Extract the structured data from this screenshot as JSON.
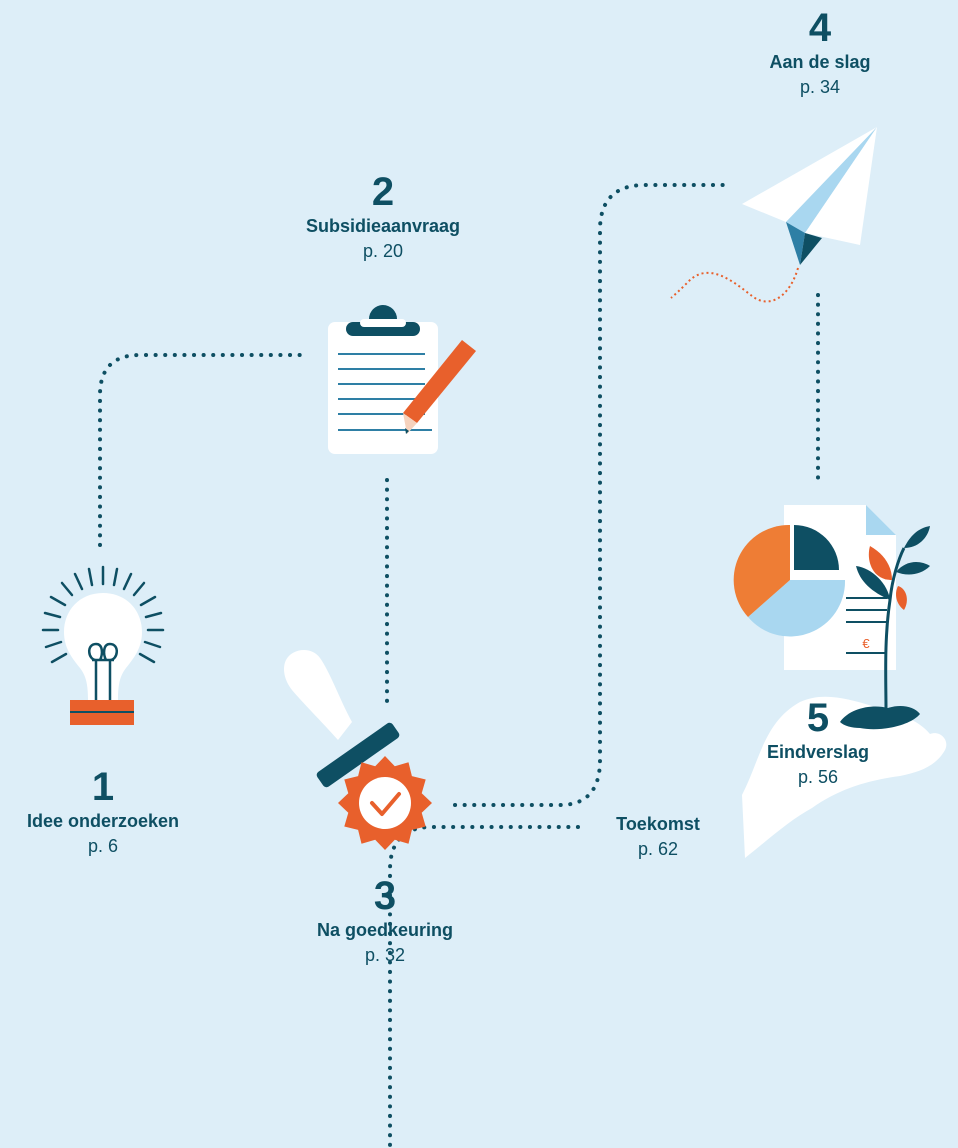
{
  "colors": {
    "background": "#ddeef8",
    "navy": "#0e4f63",
    "orange": "#e8602c",
    "light_blue": "#a9d7f0",
    "white": "#ffffff"
  },
  "steps": [
    {
      "number": "1",
      "title": "Idee onderzoeken",
      "page": "p. 6",
      "icon": "lightbulb-icon"
    },
    {
      "number": "2",
      "title": "Subsidieaanvraag",
      "page": "p. 20",
      "icon": "clipboard-pencil-icon"
    },
    {
      "number": "3",
      "title": "Na goedkeuring",
      "page": "p. 32",
      "icon": "approval-stamp-icon"
    },
    {
      "number": "4",
      "title": "Aan de slag",
      "page": "p. 34",
      "icon": "paper-plane-icon"
    },
    {
      "number": "5",
      "title": "Eindverslag",
      "page": "p. 56",
      "icon": "report-chart-icon"
    }
  ],
  "future": {
    "title": "Toekomst",
    "page": "p. 62",
    "icon": "hand-plant-icon"
  },
  "report_currency_symbol": "€"
}
